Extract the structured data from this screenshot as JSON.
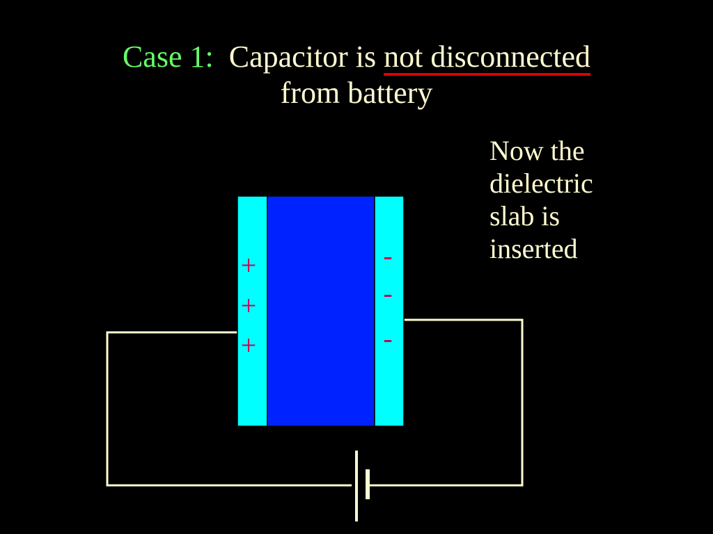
{
  "title": {
    "case_label": "Case 1:",
    "text_plain": "Capacitor is",
    "text_emphasis": "not disconnected",
    "text_line2": "from battery"
  },
  "note": {
    "lines": [
      "Now the",
      "dielectric",
      "slab is",
      "inserted"
    ]
  },
  "capacitor": {
    "positive_plate_charges": [
      "+",
      "+",
      "+"
    ],
    "negative_plate_charges": [
      "-",
      "-",
      "-"
    ]
  },
  "colors": {
    "background": "#000000",
    "text": "#fffbd0",
    "case_label": "#66ff66",
    "underline": "#e00000",
    "plate": "#00ffff",
    "dielectric": "#0022ff",
    "wire": "#fffbd0",
    "charge": "#cc0055"
  }
}
